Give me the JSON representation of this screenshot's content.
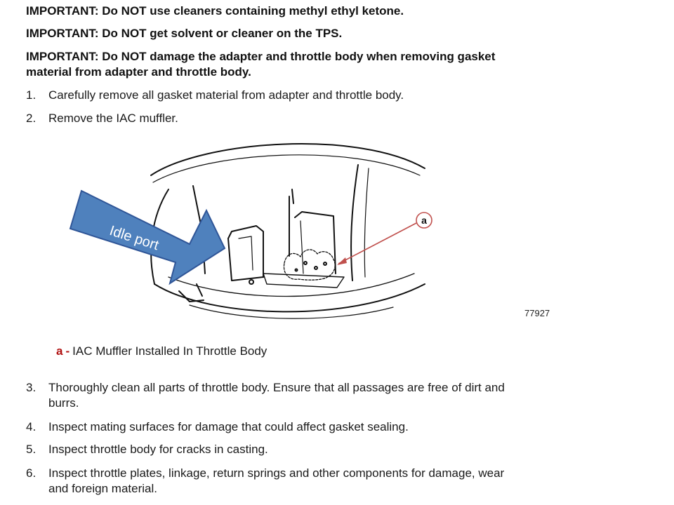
{
  "notes": [
    "IMPORTANT: Do NOT use cleaners containing methyl ethyl ketone.",
    "IMPORTANT: Do NOT get solvent or cleaner on the TPS.",
    "IMPORTANT: Do NOT damage the adapter and throttle body when removing gasket",
    "material from adapter and throttle body."
  ],
  "steps_before": [
    {
      "num": "1.",
      "text": "Carefully remove all gasket material from adapter and throttle body."
    },
    {
      "num": "2.",
      "text": "Remove the IAC muffler."
    }
  ],
  "figure": {
    "callout_letter": "a",
    "figure_number": "77927",
    "overlay_label": "Idle port",
    "caption_key": "a",
    "caption_dash": "-",
    "caption_text": "IAC Muffler Installed In Throttle Body"
  },
  "steps_after": [
    {
      "num": "3.",
      "lines": [
        "Thoroughly clean all parts of throttle body. Ensure that all passages are free of dirt and",
        "burrs."
      ]
    },
    {
      "num": "4.",
      "lines": [
        "Inspect mating surfaces for damage that could affect gasket sealing."
      ]
    },
    {
      "num": "5.",
      "lines": [
        "Inspect throttle body for cracks in casting."
      ]
    },
    {
      "num": "6.",
      "lines": [
        "Inspect throttle plates, linkage, return springs and other components for damage, wear",
        "and foreign material."
      ]
    }
  ],
  "colors": {
    "arrow_fill": "#4f81bd",
    "arrow_stroke": "#2f5597",
    "callout": "#c0504d",
    "caption_key": "#b01010"
  }
}
